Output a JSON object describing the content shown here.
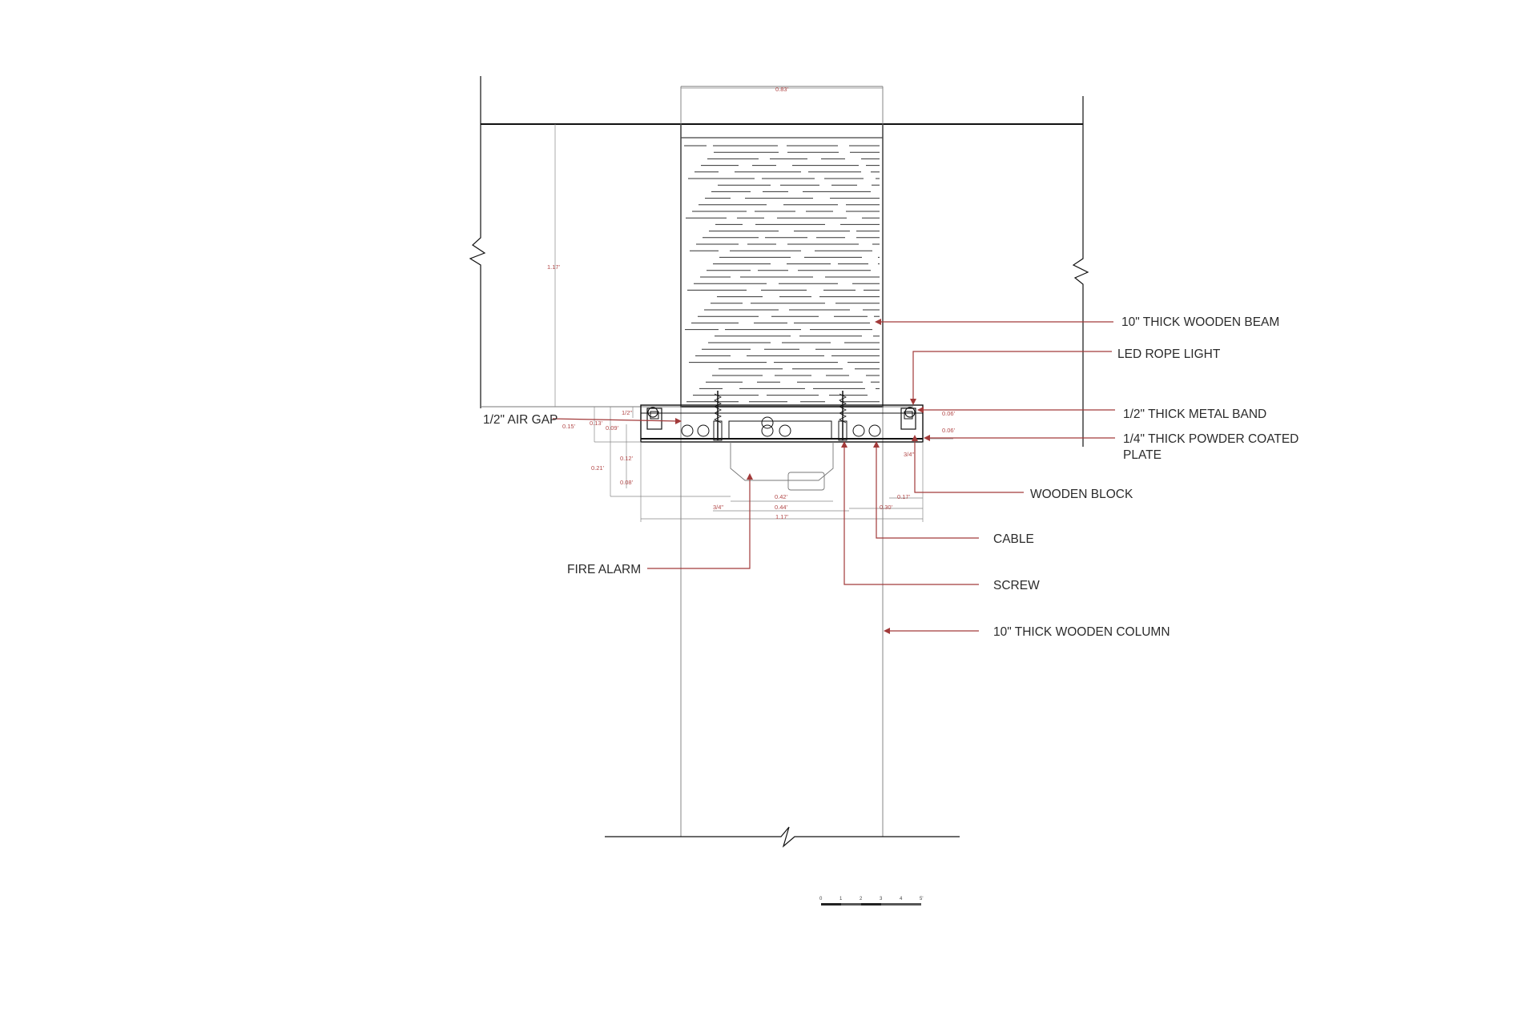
{
  "labels": {
    "beam": "10\" THICK WOODEN BEAM",
    "led": "LED ROPE LIGHT",
    "band": "1/2\" THICK METAL BAND",
    "plate_line1": "1/4\" THICK POWDER COATED",
    "plate_line2": "PLATE",
    "block": "WOODEN BLOCK",
    "cable": "CABLE",
    "screw": "SCREW",
    "column": "10\" THICK WOODEN COLUMN",
    "fire": "FIRE ALARM",
    "airgap": "1/2\" AIR GAP"
  },
  "dimensions": {
    "top_width": "0.83'",
    "height": "1.17'",
    "half_inch": "1/2\"",
    "d013": "0.13'",
    "d015": "0.15'",
    "d009": "0.09'",
    "d012": "0.12'",
    "d021": "0.21'",
    "d008": "0.08'",
    "d042": "0.42'",
    "d044": "0.44'",
    "d117": "1.17'",
    "three_quarter_left": "3/4\"",
    "three_quarter_right": "3/4\"",
    "d017": "0.17'",
    "d030": "0.30'",
    "d006a": "0.06'",
    "d006b": "0.06'"
  },
  "scale_bar": {
    "ticks": [
      "0",
      "1",
      "2",
      "3",
      "4",
      "5'"
    ]
  },
  "colors": {
    "ink": "#111111",
    "leader": "#a23a3a",
    "dimension_text": "#b24848"
  }
}
